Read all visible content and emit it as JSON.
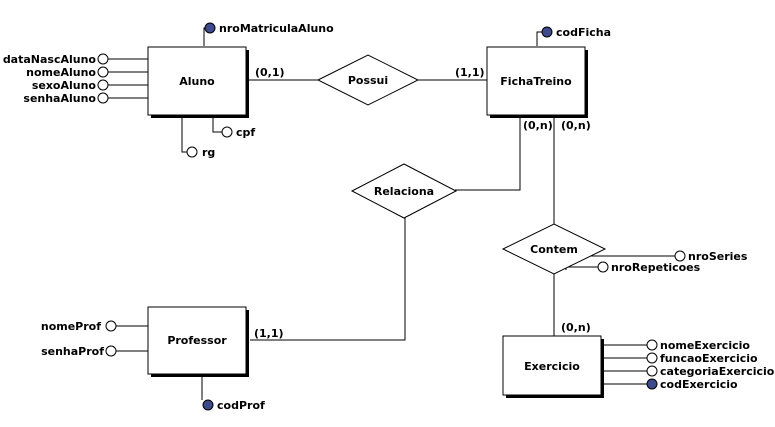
{
  "diagram": {
    "entities": {
      "aluno": "Aluno",
      "fichatreino": "FichaTreino",
      "professor": "Professor",
      "exercicio": "Exercicio"
    },
    "relationships": {
      "possui": "Possui",
      "relaciona": "Relaciona",
      "contem": "Contem"
    },
    "attributes": {
      "nroMatriculaAluno": "nroMatriculaAluno",
      "dataNascAluno": "dataNascAluno",
      "nomeAluno": "nomeAluno",
      "sexoAluno": "sexoAluno",
      "senhaAluno": "senhaAluno",
      "cpf": "cpf",
      "rg": "rg",
      "codFicha": "codFicha",
      "nroSeries": "nroSeries",
      "nroRepeticoes": "nroRepeticoes",
      "nomeProf": "nomeProf",
      "senhaProf": "senhaProf",
      "codProf": "codProf",
      "nomeExercicio": "nomeExercicio",
      "funcaoExercicio": "funcaoExercicio",
      "categoriaExercicio": "categoriaExercicio",
      "codExercicio": "codExercicio"
    },
    "cardinalities": {
      "aluno_possui": "(0,1)",
      "ficha_possui": "(1,1)",
      "ficha_relaciona": "(0,n)",
      "ficha_contem": "(0,n)",
      "professor_relaciona": "(1,1)",
      "exercicio_contem": "(0,n)"
    },
    "colors": {
      "key_attribute": "#3d4a8c",
      "line": "#000000",
      "background": "#ffffff"
    }
  }
}
